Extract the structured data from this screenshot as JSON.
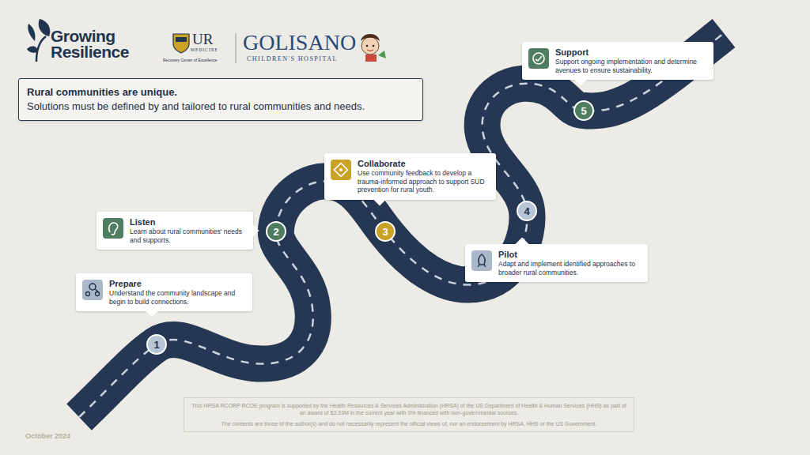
{
  "diagram": {
    "nodes": [
      {
        "text": [
          "Rural communities are unique.",
          "Solutions must be defined by and tailored to rural communities and needs."
        ]
      },
      {
        "text": [
          "Prepare",
          "Understand the community landscape and begin to build connections."
        ]
      },
      {
        "text": [
          "1"
        ]
      },
      {
        "text": [
          "Listen",
          "Learn about rural communities' needs and supports."
        ]
      },
      {
        "text": [
          "2"
        ]
      },
      {
        "text": [
          "Collaborate",
          "Use community feedback to develop a trauma-informed approach to support SUD prevention for rural youth."
        ]
      },
      {
        "text": [
          "3"
        ]
      },
      {
        "text": [
          "4"
        ]
      },
      {
        "text": [
          "Pilot",
          "Adapt and implement identified approaches to broader rural communities."
        ]
      },
      {
        "text": [
          "Support",
          "Support ongoing implementation and determine avenues to ensure sustainability."
        ]
      },
      {
        "text": [
          "5"
        ]
      },
      {
        "text": [
          "This HRSA RCORP RCOE program is supported by the Health Resources & Services Administration (HRSA) of the US Department of Health & Human Services (HHS) as part of an award of $3.33M in the current year with 0% financed with non-governmental sources.",
          "The contents are those of the author(s) and do not necessarily represent the official views of, nor an endorsement by HRSA, HHS or the US Government."
        ]
      }
    ],
    "labels": [
      "Growing Resilience",
      "UR",
      "MEDICINE",
      "Recovery Center of Excellence",
      "GOLISANO",
      "CHILDREN'S HOSPITAL",
      "October 2024"
    ]
  }
}
